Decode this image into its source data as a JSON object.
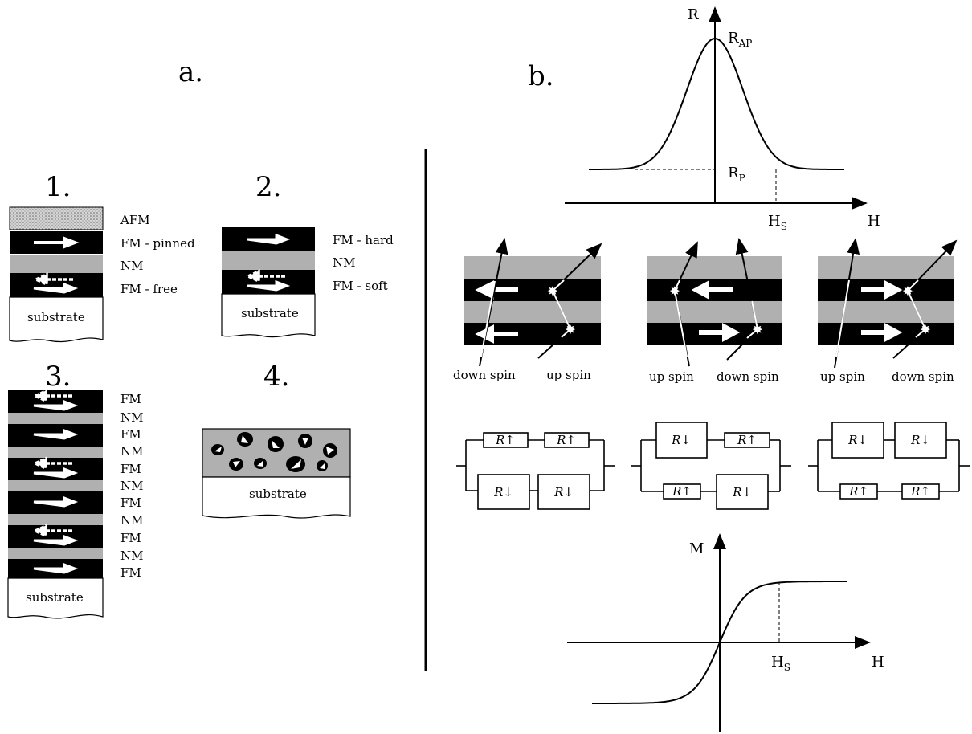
{
  "panel_a": {
    "label": "a.",
    "stack1": {
      "label": "1.",
      "layers": [
        "AFM",
        "FM - pinned",
        "NM",
        "FM - free"
      ],
      "substrate": "substrate"
    },
    "stack2": {
      "label": "2.",
      "layers": [
        "FM - hard",
        "NM",
        "FM - soft"
      ],
      "substrate": "substrate"
    },
    "stack3": {
      "label": "3.",
      "layers": [
        "FM",
        "NM",
        "FM",
        "NM",
        "FM",
        "NM",
        "FM",
        "NM",
        "FM",
        "NM",
        "FM"
      ],
      "substrate": "substrate"
    },
    "stack4": {
      "label": "4.",
      "substrate": "substrate"
    }
  },
  "panel_b": {
    "label": "b.",
    "r_plot": {
      "y_axis": "R",
      "x_axis": "H",
      "peak": "R",
      "peak_sub": "AP",
      "base": "R",
      "base_sub": "P",
      "field": "H",
      "field_sub": "S"
    },
    "spin_diagrams": [
      {
        "left": "down spin",
        "right": "up spin"
      },
      {
        "left": "up spin",
        "right": "down spin"
      },
      {
        "left": "up spin",
        "right": "down spin"
      }
    ],
    "circuits": [
      {
        "top": [
          "R↑",
          "R↑"
        ],
        "bottom": [
          "R↓",
          "R↓"
        ]
      },
      {
        "top": [
          "R↓",
          "R↑"
        ],
        "bottom": [
          "R↑",
          "R↓"
        ]
      },
      {
        "top": [
          "R↓",
          "R↓"
        ],
        "bottom": [
          "R↑",
          "R↑"
        ]
      }
    ],
    "m_plot": {
      "y_axis": "M",
      "x_axis": "H",
      "field": "H",
      "field_sub": "S"
    }
  },
  "colors": {
    "layer_fm": "#000000",
    "layer_nm": "#b0b0b0",
    "afm": "#cfcfcf"
  }
}
